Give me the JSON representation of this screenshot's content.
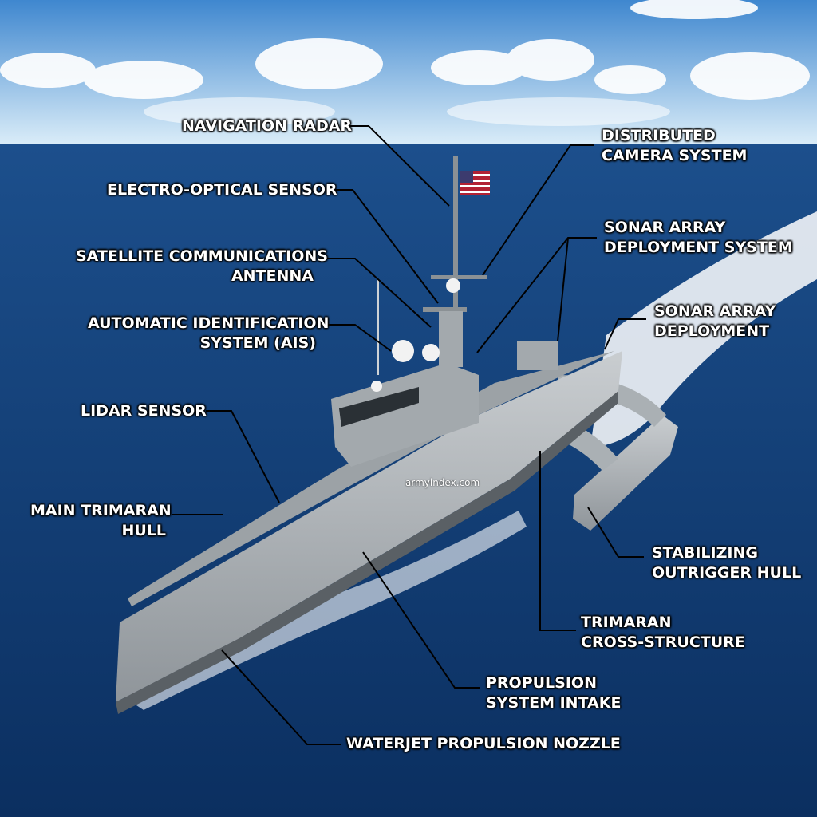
{
  "labels": {
    "navigation_radar": [
      "NAVIGATION RADAR"
    ],
    "distributed_camera": [
      "DISTRIBUTED",
      "CAMERA SYSTEM"
    ],
    "electro_optical": [
      "ELECTRO-OPTICAL SENSOR"
    ],
    "sonar_array_deployment_system": [
      "SONAR ARRAY",
      "DEPLOYMENT SYSTEM"
    ],
    "satcom_antenna": [
      "SATELLITE COMMUNICATIONS",
      "ANTENNA"
    ],
    "sonar_array_deployment": [
      "SONAR ARRAY",
      "DEPLOYMENT"
    ],
    "ais": [
      "AUTOMATIC IDENTIFICATION",
      "SYSTEM (AIS)"
    ],
    "lidar": [
      "LIDAR SENSOR"
    ],
    "main_hull": [
      "MAIN TRIMARAN",
      "HULL"
    ],
    "outrigger": [
      "STABILIZING",
      "OUTRIGGER HULL"
    ],
    "cross_structure": [
      "TRIMARAN",
      "CROSS-STRUCTURE"
    ],
    "propulsion_intake": [
      "PROPULSION",
      "SYSTEM INTAKE"
    ],
    "waterjet": [
      "WATERJET PROPULSION NOZZLE"
    ]
  },
  "watermark": "armyindex.com",
  "colors": {
    "sky_top": "#3f87cf",
    "sky_horizon": "#d9ecf8",
    "sea_far": "#1c4f8c",
    "sea_near": "#0b2f60",
    "hull": "#b8bcbf",
    "hull_shadow": "#7d8387",
    "leader_line": "#000000",
    "label_text": "#ffffff"
  }
}
